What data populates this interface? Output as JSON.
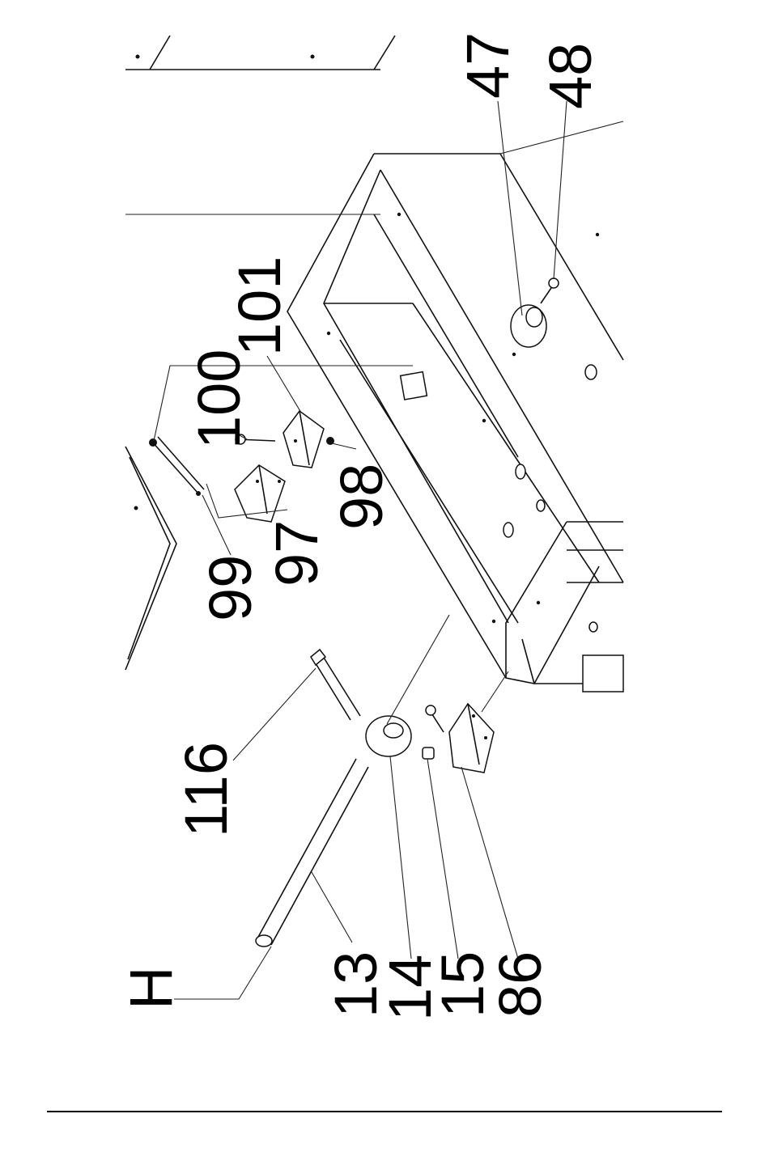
{
  "diagram": {
    "labels": {
      "l47": "47",
      "l48": "48",
      "l101": "101",
      "l100": "100",
      "l98": "98",
      "l97": "97",
      "l99": "99",
      "l116": "116",
      "lH": "H",
      "l13": "13",
      "l14": "14",
      "l15": "15",
      "l86": "86"
    }
  }
}
